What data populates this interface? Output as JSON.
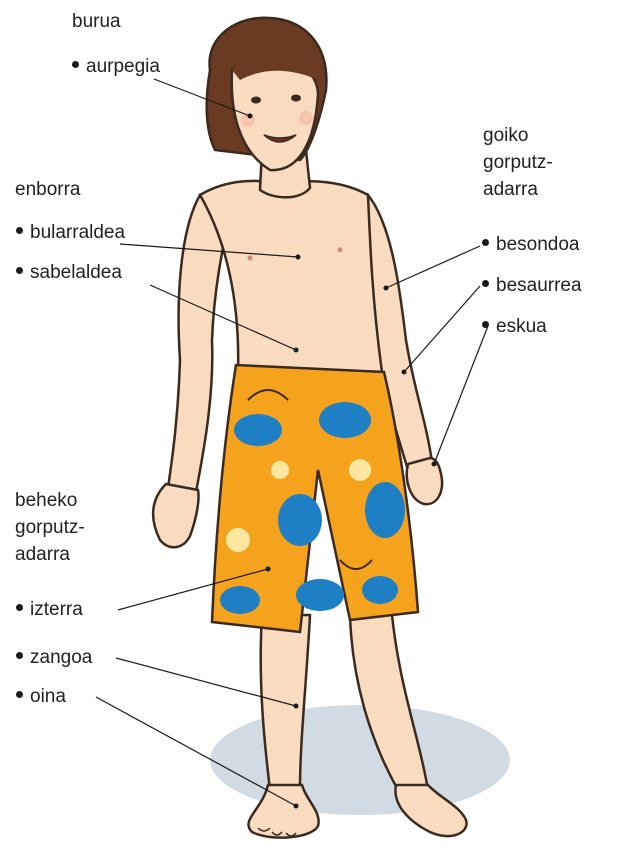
{
  "groups": {
    "head": {
      "title": "burua",
      "items": [
        "aurpegia"
      ]
    },
    "trunk": {
      "title": "enborra",
      "items": [
        "bularraldea",
        "sabelaldea"
      ]
    },
    "upper_limb": {
      "title_lines": [
        "goiko",
        "gorputz-",
        "adarra"
      ],
      "items": [
        "besondoa",
        "besaurrea",
        "eskua"
      ]
    },
    "lower_limb": {
      "title_lines": [
        "beheko",
        "gorputz-",
        "adarra"
      ],
      "items": [
        "izterra",
        "zangoa",
        "oina"
      ]
    }
  },
  "colors": {
    "skin": "#f9dcc0",
    "skin_shade": "#e8b999",
    "hair": "#6b3a22",
    "shorts_base": "#f5a21c",
    "shorts_flower": "#1f7fc4",
    "shorts_flower_light": "#fbe7a0",
    "outline": "#3a2a20",
    "shadow": "#c9d5df",
    "leader_line": "#1a1a1a"
  }
}
